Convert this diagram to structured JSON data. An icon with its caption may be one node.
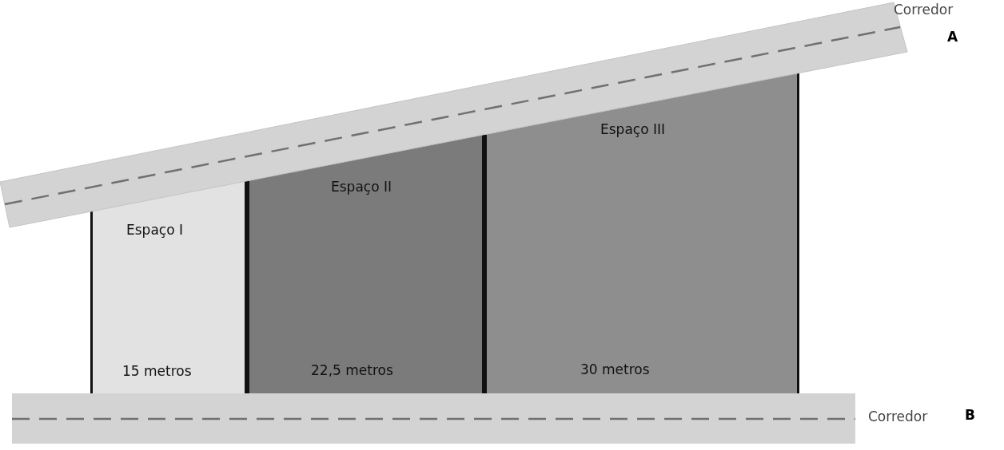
{
  "diagram": {
    "nodes": [
      {
        "text": [
          "Corredor",
          "A"
        ]
      },
      {
        "text": [
          "Espaço I",
          "15 metros"
        ]
      },
      {
        "text": [
          "Espaço II",
          "22,5 metros"
        ]
      },
      {
        "text": [
          "Espaço III",
          "30 metros"
        ]
      },
      {
        "text": [
          "Corredor",
          "B"
        ]
      }
    ]
  }
}
